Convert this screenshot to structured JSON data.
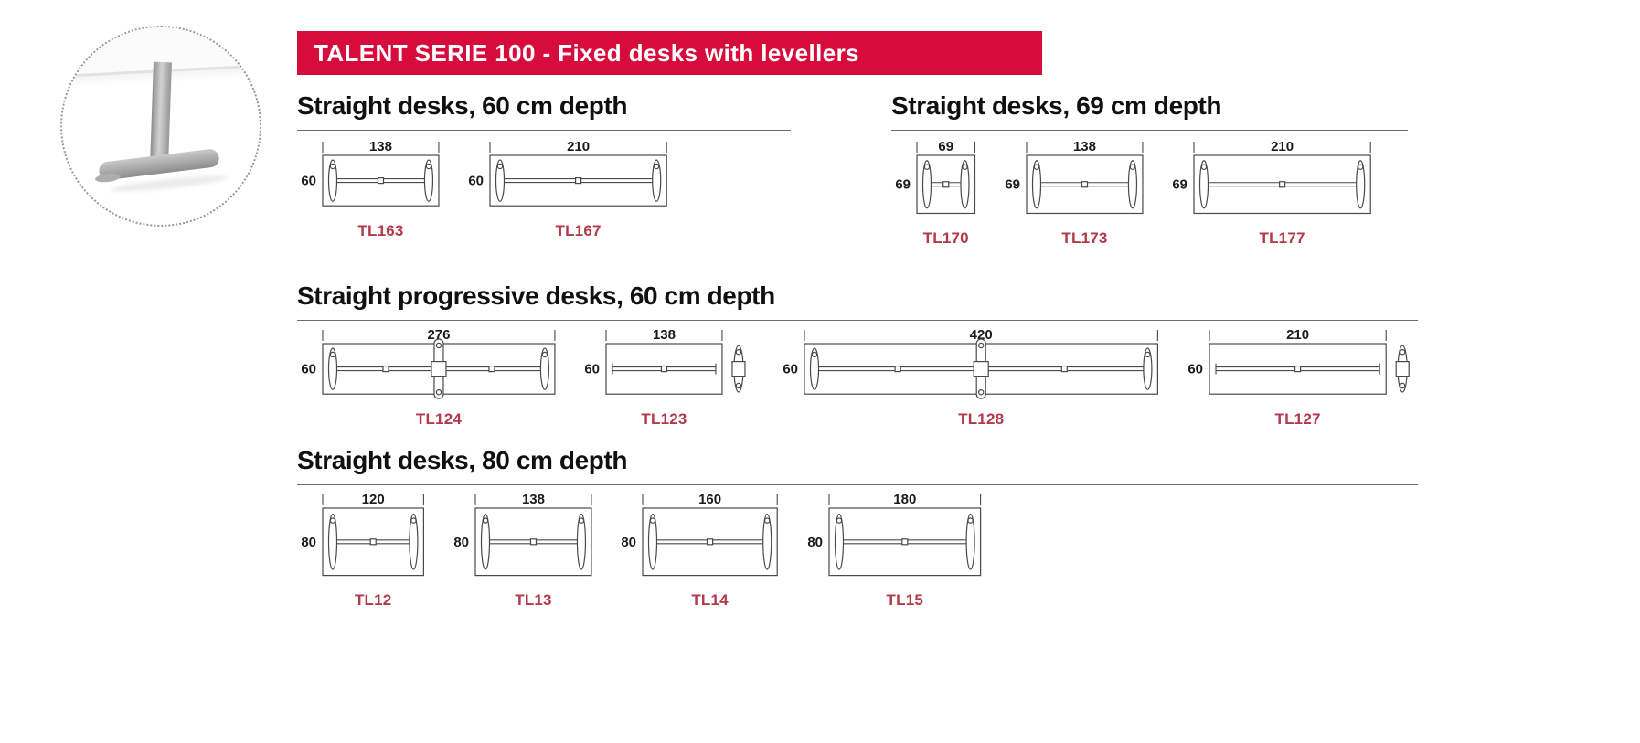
{
  "page": {
    "title": "TALENT SERIE 100 - Fixed desks with levellers",
    "accent_color": "#d60d3c",
    "code_color": "#b2394a",
    "line_color": "#4a4a4a"
  },
  "photo": {
    "name": "t-leg-with-leveller-photo"
  },
  "sections": [
    {
      "heading": "Straight desks, 60 cm depth",
      "items": [
        {
          "code": "TL163",
          "width_cm": 138,
          "depth_cm": 60,
          "type": "two-leg"
        },
        {
          "code": "TL167",
          "width_cm": 210,
          "depth_cm": 60,
          "type": "two-leg"
        }
      ]
    },
    {
      "heading": "Straight desks, 69 cm depth",
      "items": [
        {
          "code": "TL170",
          "width_cm": 69,
          "depth_cm": 69,
          "type": "two-leg"
        },
        {
          "code": "TL173",
          "width_cm": 138,
          "depth_cm": 69,
          "type": "two-leg"
        },
        {
          "code": "TL177",
          "width_cm": 210,
          "depth_cm": 69,
          "type": "two-leg"
        }
      ]
    },
    {
      "heading": "Straight progressive desks, 60 cm depth",
      "items": [
        {
          "code": "TL124",
          "width_cm": 276,
          "depth_cm": 60,
          "type": "three-leg"
        },
        {
          "code": "TL123",
          "width_cm": 138,
          "depth_cm": 60,
          "type": "beam-shared-leg"
        },
        {
          "code": "TL128",
          "width_cm": 420,
          "depth_cm": 60,
          "type": "three-leg"
        },
        {
          "code": "TL127",
          "width_cm": 210,
          "depth_cm": 60,
          "type": "beam-shared-leg"
        }
      ]
    },
    {
      "heading": "Straight desks, 80 cm depth",
      "items": [
        {
          "code": "TL12",
          "width_cm": 120,
          "depth_cm": 80,
          "type": "two-leg"
        },
        {
          "code": "TL13",
          "width_cm": 138,
          "depth_cm": 80,
          "type": "two-leg"
        },
        {
          "code": "TL14",
          "width_cm": 160,
          "depth_cm": 80,
          "type": "two-leg"
        },
        {
          "code": "TL15",
          "width_cm": 180,
          "depth_cm": 80,
          "type": "two-leg"
        }
      ]
    }
  ]
}
